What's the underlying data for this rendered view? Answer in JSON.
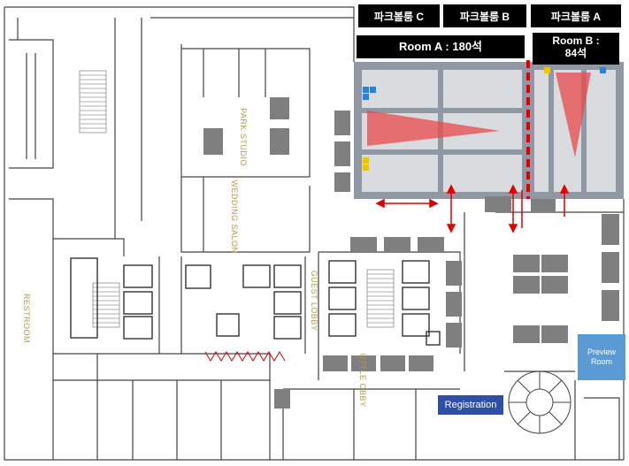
{
  "header": {
    "room_c": "파크볼룸 C",
    "room_b": "파크볼룸 B",
    "room_a": "파크볼룸 A"
  },
  "rooms": {
    "room_a_label": "Room A : 180석",
    "room_b_label_line1": "Room B :",
    "room_b_label_line2": "84석"
  },
  "areas": {
    "park_studio": "PARK STUDIO",
    "wedding_salon": "WEDDING SALON",
    "guest_lobby": "GUEST LOBBY",
    "shuttle_lobby": "UTTLE OBBY",
    "restroom": "RESTROOM"
  },
  "buttons": {
    "registration": "Registration",
    "preview_room": "Preview Room"
  },
  "colors": {
    "header_bg": "#000000",
    "registration_bg": "#2f4ea6",
    "preview_bg": "#5b9bd5",
    "ballroom_fill": "#d9dbde",
    "ballroom_border": "#8f98a3",
    "table_gray": "#7f7f7f",
    "beam_red": "#e84b4b",
    "divider_red": "#e00000",
    "label_gold": "#b59a48"
  }
}
